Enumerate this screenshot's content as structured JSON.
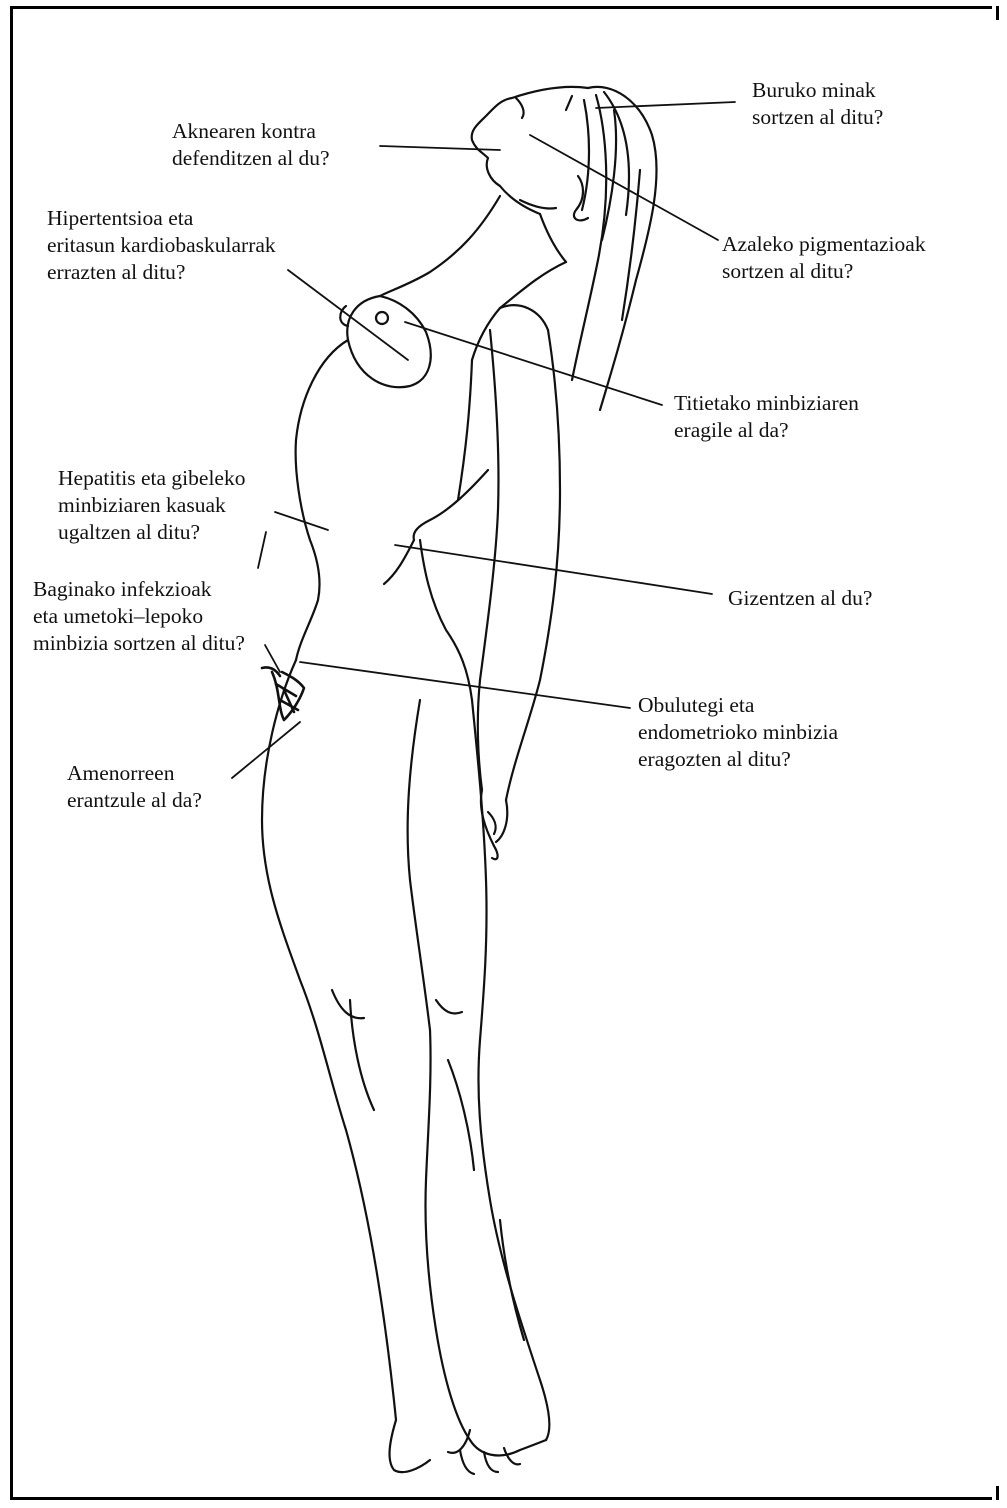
{
  "labels": {
    "headache": [
      "Buruko minak",
      "sortzen al ditu?"
    ],
    "acne": [
      "Aknearen kontra",
      "defenditzen al du?"
    ],
    "pigmentation": [
      "Azaleko pigmentazioak",
      "sortzen al ditu?"
    ],
    "hypertension": [
      "Hipertentsioa eta",
      "eritasun kardiobaskularrak",
      "errazten al ditu?"
    ],
    "breast_cancer": [
      "Titietako minbiziaren",
      "eragile al da?"
    ],
    "hepatitis": [
      "Hepatitis eta gibeleko",
      "minbiziaren kasuak",
      "ugaltzen al ditu?"
    ],
    "weight": [
      "Gizentzen al du?"
    ],
    "vaginal": [
      "Baginako infekzioak",
      "eta umetoki–lepoko",
      "minbizia sortzen al ditu?"
    ],
    "ovarian": [
      "Obulutegi eta",
      "endometrioko minbizia",
      "eragozten al ditu?"
    ],
    "amenorrhea": [
      "Amenorreen",
      "erantzule al da?"
    ]
  },
  "colors": {
    "ink": "#111111",
    "frame": "#000000",
    "background": "#ffffff"
  }
}
